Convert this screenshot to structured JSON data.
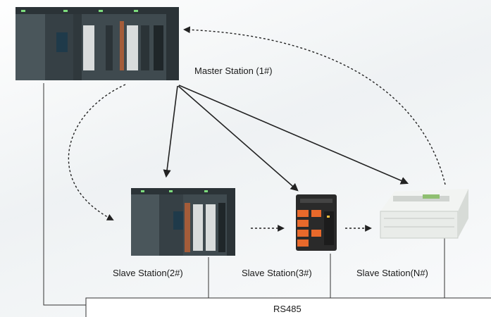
{
  "labels": {
    "master": "Master Station (1#)",
    "slave_2": "Slave Station(2#)",
    "slave_3": "Slave Station(3#)",
    "slave_n": "Slave Station(N#)",
    "bus": "RS485"
  },
  "colors": {
    "plc_body": "#3f4a4f",
    "plc_dark": "#2b3337",
    "terminal": "#d9dcdc",
    "module3_body": "#2a2a2a",
    "module3_orange": "#e8692b",
    "moduleN_body": "#e9ece9",
    "moduleN_green": "#8fbf70",
    "line": "#222222"
  },
  "icons": {
    "master": "plc-rack-icon",
    "slave_2": "plc-rack-icon",
    "slave_3": "io-module-icon",
    "slave_n": "compact-plc-icon"
  }
}
